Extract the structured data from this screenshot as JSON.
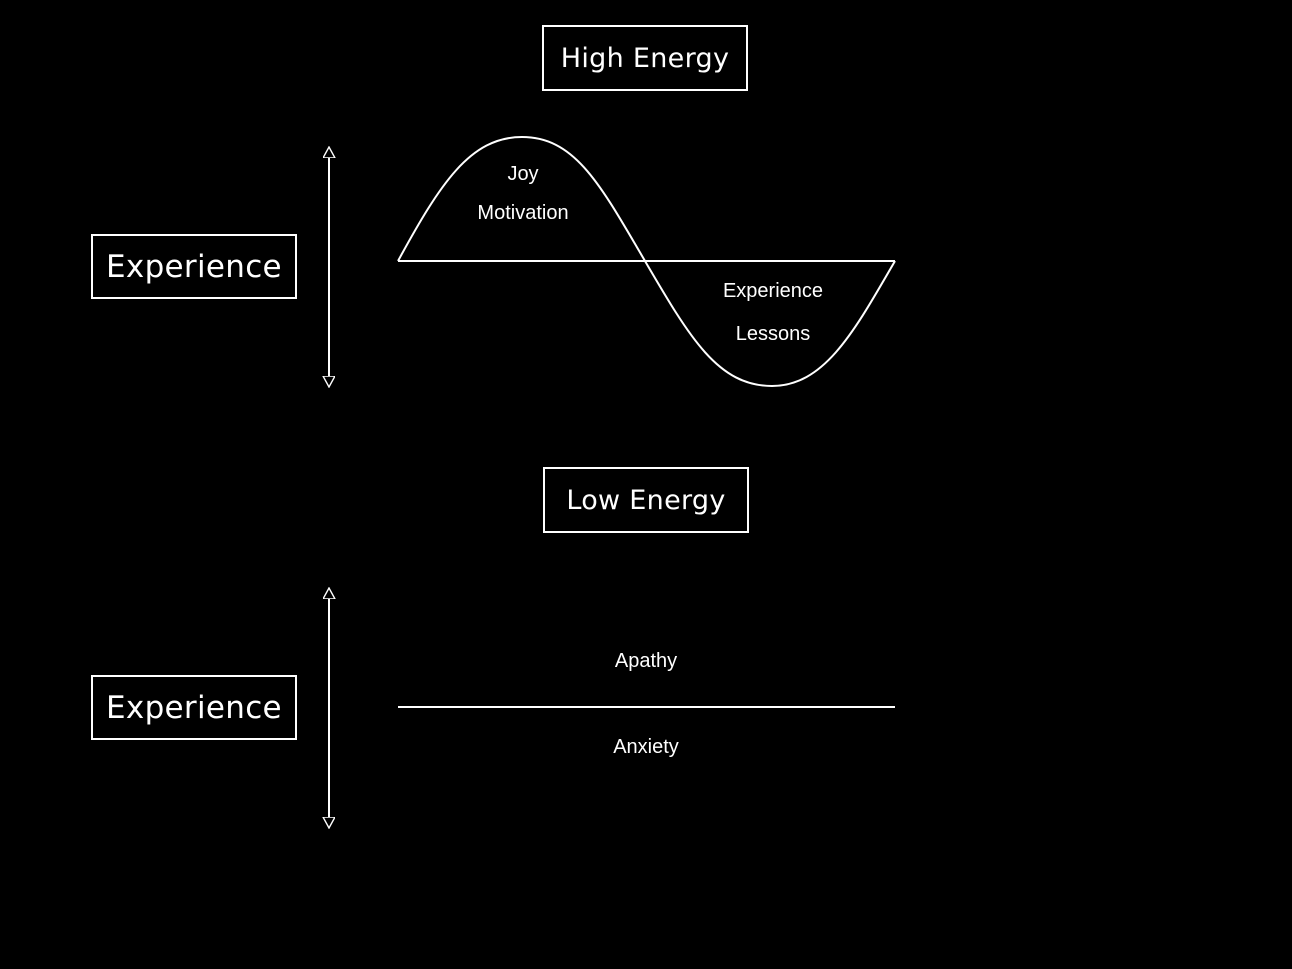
{
  "high_panel": {
    "title": "High Energy",
    "axis_label": "Experience",
    "upper_labels": [
      "Joy",
      "Motivation"
    ],
    "lower_labels": [
      "Experience",
      "Lessons"
    ]
  },
  "low_panel": {
    "title": "Low Energy",
    "axis_label": "Experience",
    "upper_label": "Apathy",
    "lower_label": "Anxiety"
  },
  "colors": {
    "background": "#000000",
    "foreground": "#ffffff"
  }
}
